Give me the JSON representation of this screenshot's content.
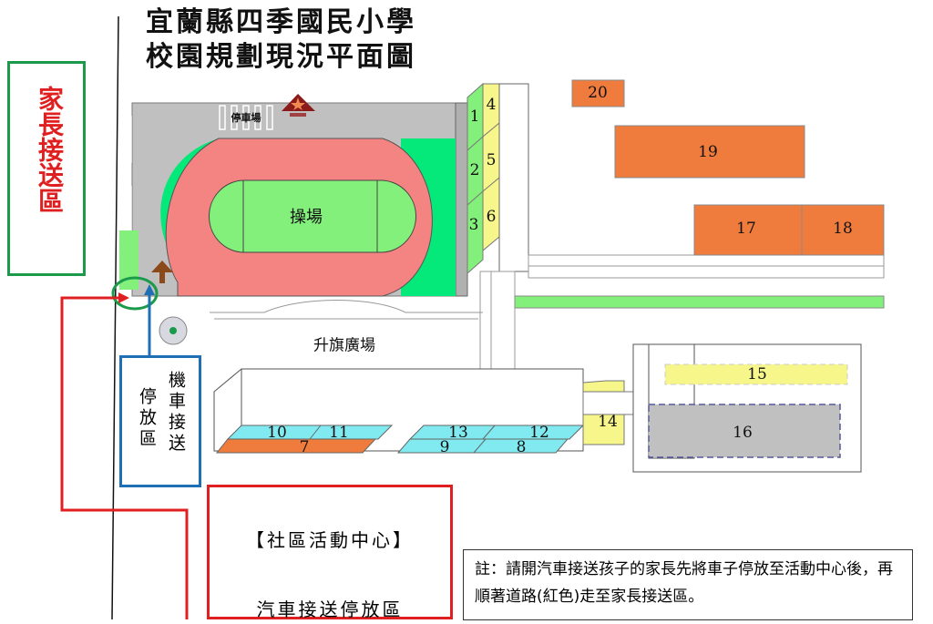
{
  "title": {
    "line1": "宜蘭縣四季國民小學",
    "line2": "校園規劃現況平面圖"
  },
  "parent_zone": {
    "label": "家長接送區"
  },
  "motorcycle_zone": {
    "col1": "機車接送",
    "col2": "停放區"
  },
  "car_zone": {
    "line1": "【社區活動中心】",
    "line2": "汽車接送停放區"
  },
  "note": {
    "text": "註：請開汽車接送孩子的家長先將車子停放至活動中心後，再順著道路(紅色)走至家長接送區。"
  },
  "places": {
    "parking": "停車場",
    "playground": "操場",
    "flag_plaza": "升旗廣場"
  },
  "buildings": [
    "1",
    "2",
    "3",
    "4",
    "5",
    "6",
    "7",
    "8",
    "9",
    "10",
    "11",
    "12",
    "13",
    "14",
    "15",
    "16",
    "17",
    "18",
    "19",
    "20"
  ],
  "colors": {
    "route": "#e02020",
    "moto": "#1f6fb5",
    "zone": "#1a9a4a",
    "orange": "#ef7c3c",
    "cyan": "#80eaf0",
    "yellow": "#f6f68a",
    "gray": "#c0c0c0",
    "track": "#f48482",
    "field": "#84f07c",
    "grass": "#05e87a"
  }
}
